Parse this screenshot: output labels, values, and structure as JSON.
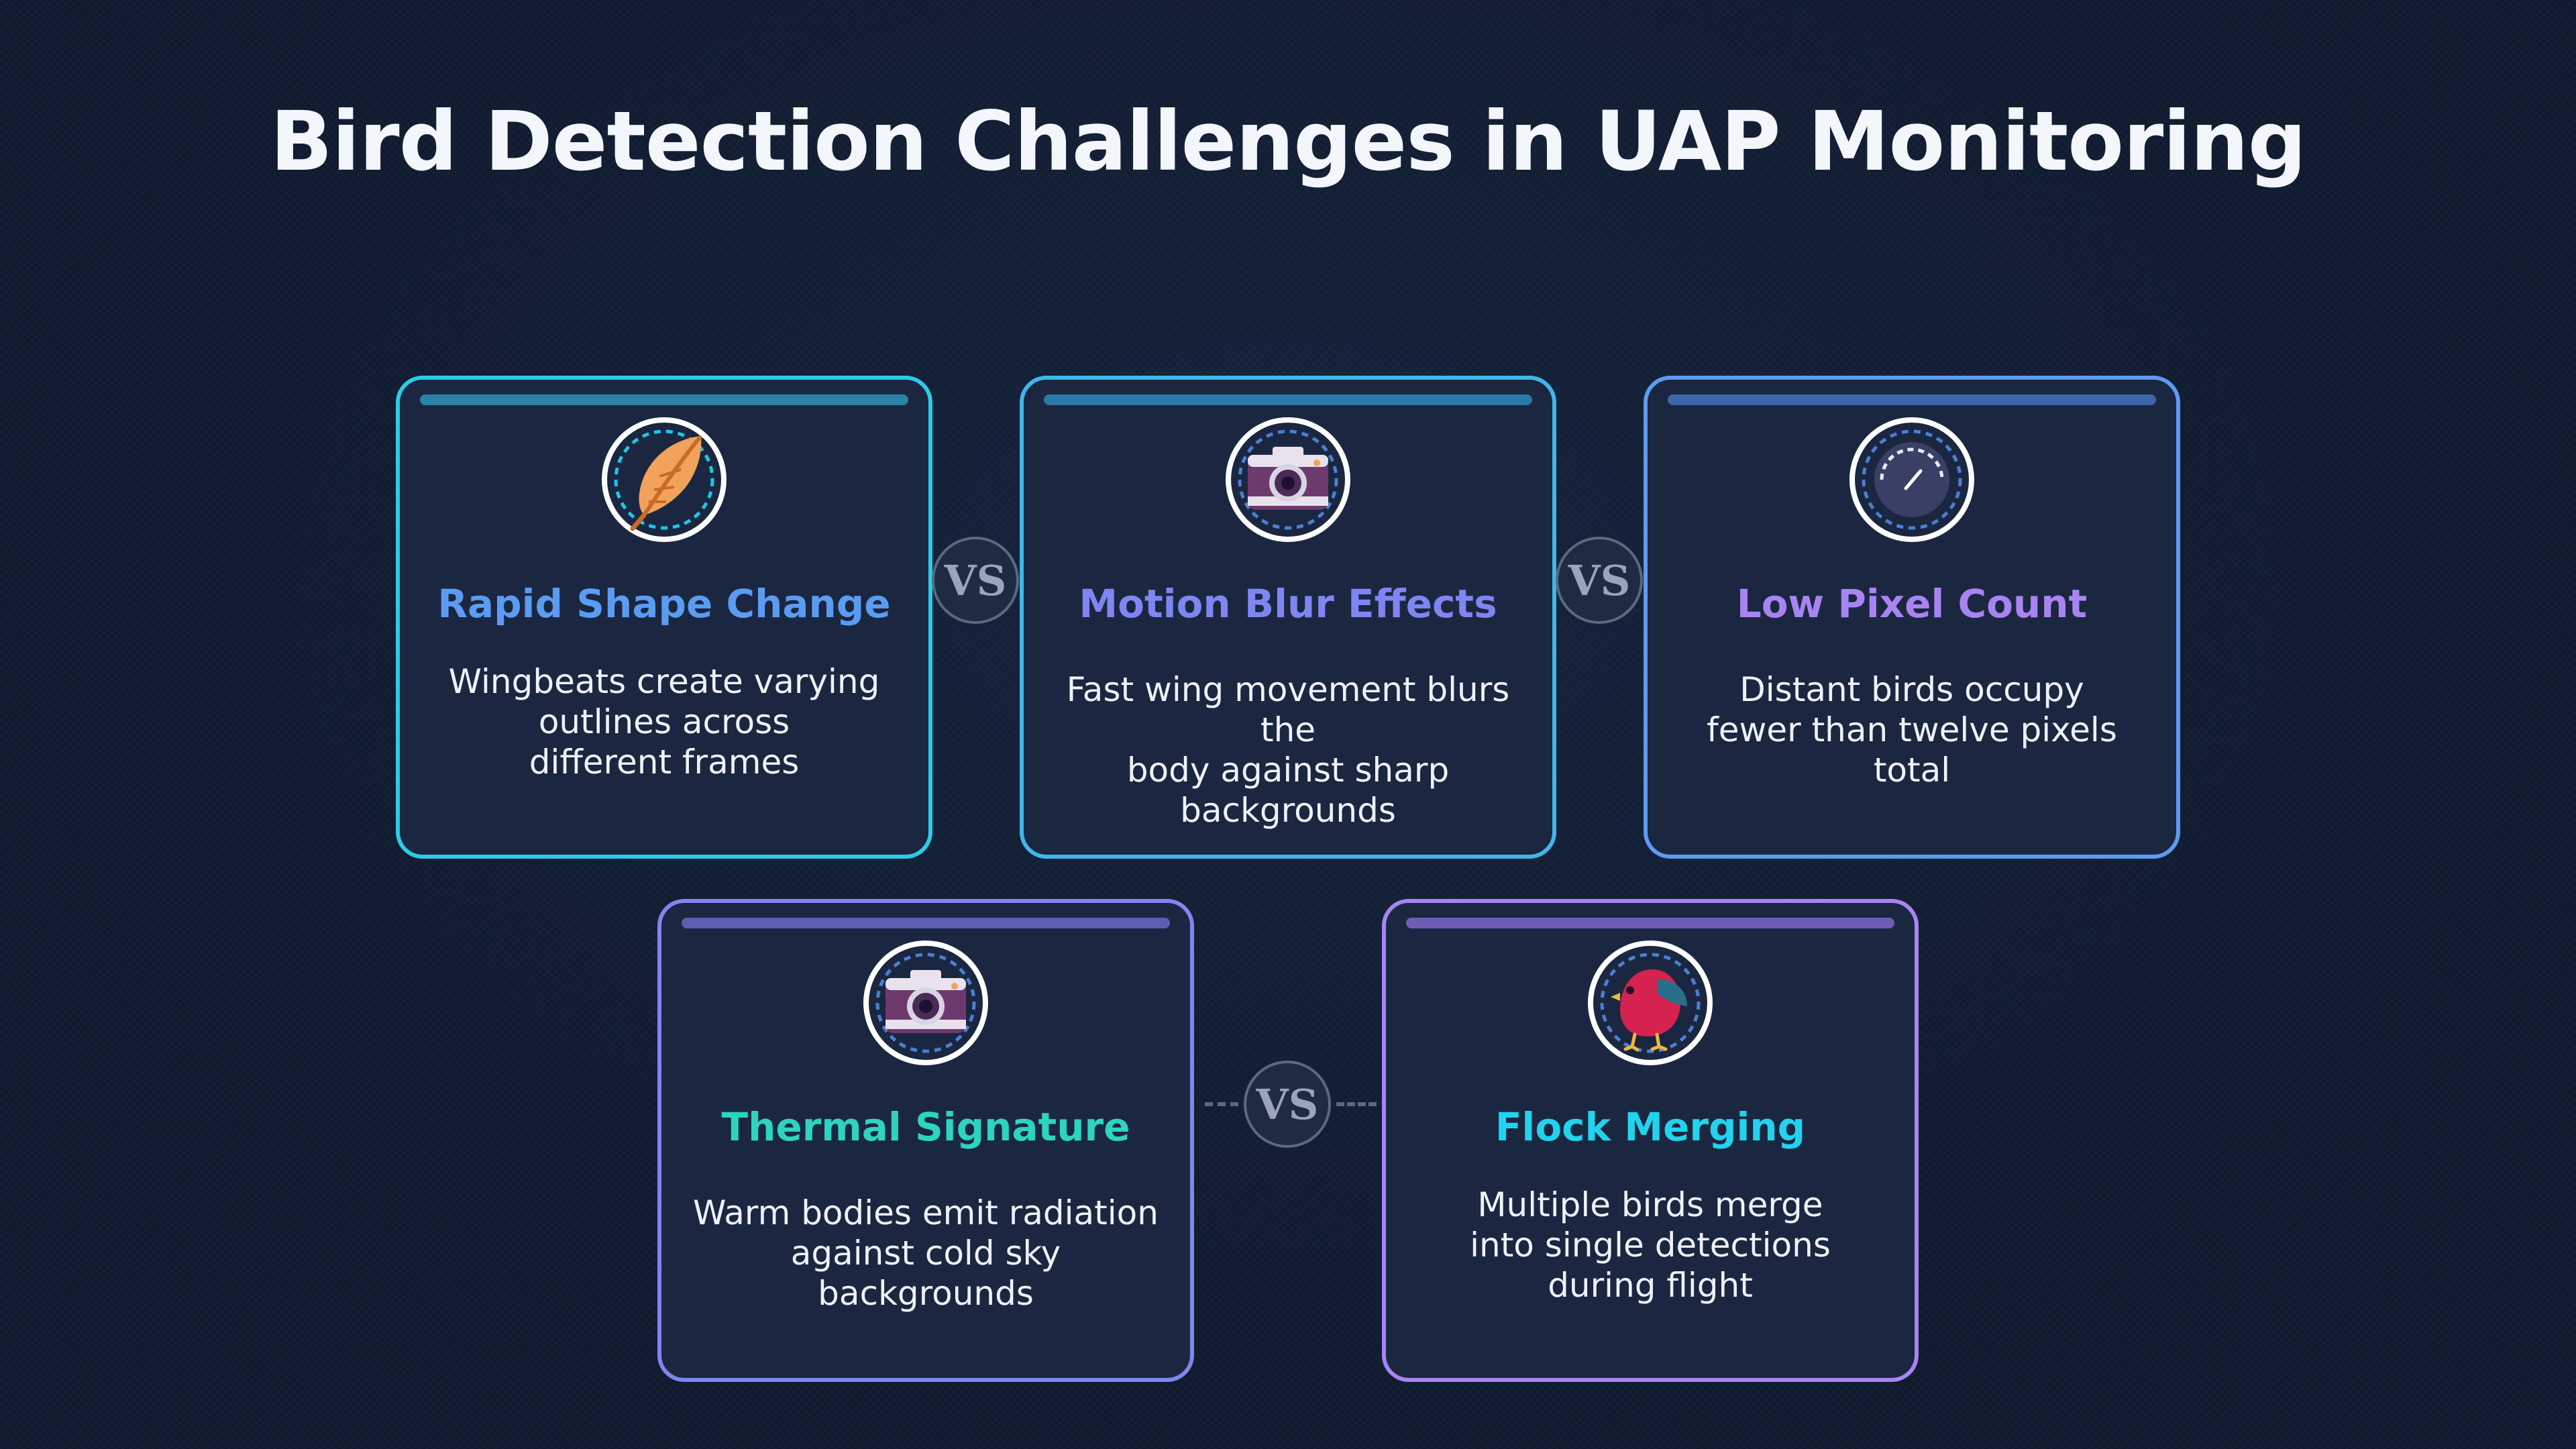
{
  "title": "Bird Detection Challenges in UAP Monitoring",
  "vs_label": "VS",
  "cards": [
    {
      "title": "Rapid Shape Change",
      "description": "Wingbeats create varying\noutlines across\ndifferent frames",
      "icon": "feather-icon",
      "border_color": "#2ccbe8",
      "bar_color": "#2b82a3",
      "title_color": "#5b9cf2"
    },
    {
      "title": "Motion Blur Effects",
      "description": "Fast wing movement blurs the\nbody against sharp backgrounds",
      "icon": "camera-icon",
      "border_color": "#3fb6ec",
      "bar_color": "#2c78a8",
      "title_color": "#7e86f2"
    },
    {
      "title": "Low Pixel Count",
      "description": "Distant birds occupy\nfewer than twelve pixels total",
      "icon": "gauge-icon",
      "border_color": "#5b9cf2",
      "bar_color": "#3d67a8",
      "title_color": "#a884f3"
    },
    {
      "title": "Thermal Signature",
      "description": "Warm bodies emit radiation\nagainst cold sky backgrounds",
      "icon": "camera-icon",
      "border_color": "#7e86f2",
      "bar_color": "#5a5fb0",
      "title_color": "#2dd4bf"
    },
    {
      "title": "Flock Merging",
      "description": "Multiple birds merge\ninto single detections\nduring flight",
      "icon": "bird-icon",
      "border_color": "#a884f3",
      "bar_color": "#6e5db4",
      "title_color": "#22d3ee"
    }
  ]
}
